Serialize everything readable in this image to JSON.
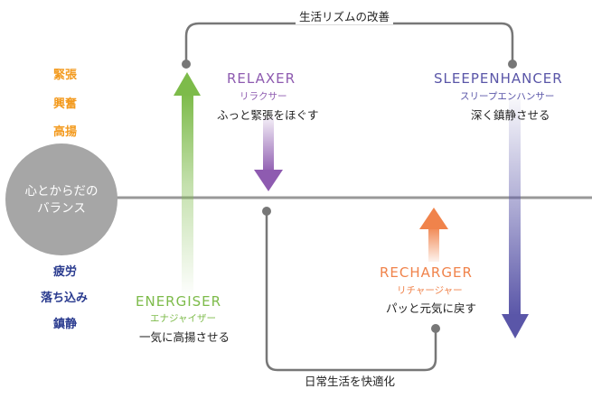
{
  "top_loop_label": "生活リズムの改善",
  "bottom_loop_label": "日常生活を快適化",
  "center_circle": {
    "line1": "心とからだの",
    "line2": "バランス"
  },
  "upper_states": [
    "緊張",
    "興奮",
    "高揚"
  ],
  "lower_states": [
    "疲労",
    "落ち込み",
    "鎮静"
  ],
  "modes": {
    "relaxer": {
      "name": "RELAXER",
      "kana": "リラクサー",
      "desc": "ふっと緊張をほぐす"
    },
    "sleepenhancer": {
      "name": "SLEEPENHANCER",
      "kana": "スリープエンハンサー",
      "desc": "深く鎮静させる"
    },
    "energiser": {
      "name": "ENERGISER",
      "kana": "エナジャイザー",
      "desc": "一気に高揚させる"
    },
    "recharger": {
      "name": "RECHARGER",
      "kana": "リチャージャー",
      "desc": "パッと元気に戻す"
    }
  },
  "colors": {
    "upper_states": "#f39a1e",
    "lower_states": "#2a3b8f",
    "relaxer": "#8e5bb0",
    "sleepenhancer": "#5a56a8",
    "energiser": "#7dbb4a",
    "recharger": "#f0834b",
    "circle": "#a6a6a6",
    "axis": "#999999",
    "loop": "#777777"
  }
}
